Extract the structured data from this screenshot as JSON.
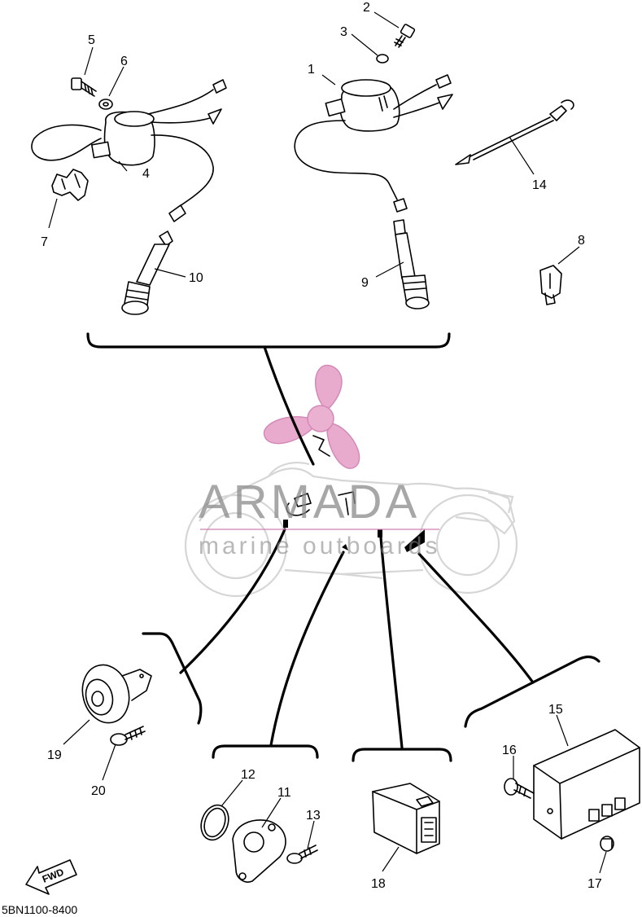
{
  "watermark": {
    "brand": "ARMADA",
    "tagline": "marine outboards",
    "logo_color": "#e6a3c8"
  },
  "diagram_code": "5BN1100-8400",
  "fwd_label": "FWD",
  "callouts": {
    "p1": "1",
    "p2": "2",
    "p3": "3",
    "p4": "4",
    "p5": "5",
    "p6": "6",
    "p7": "7",
    "p8": "8",
    "p9": "9",
    "p10": "10",
    "p11": "11",
    "p12": "12",
    "p13": "13",
    "p14": "14",
    "p15": "15",
    "p16": "16",
    "p17": "17",
    "p18": "18",
    "p19": "19",
    "p20": "20"
  }
}
